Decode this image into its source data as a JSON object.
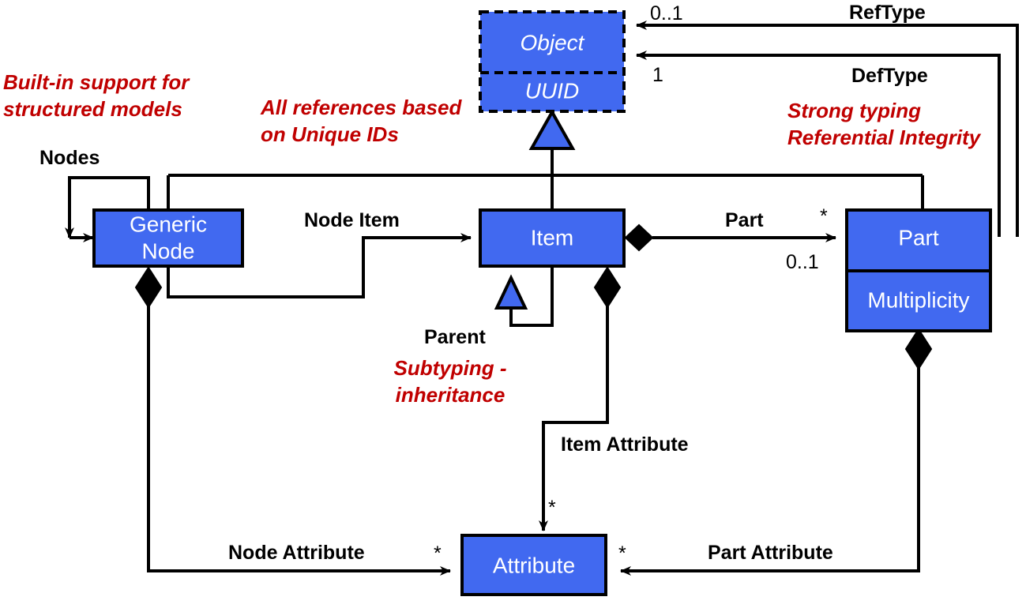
{
  "diagram": {
    "title": "Generic structured model UML class diagram",
    "colors": {
      "class_fill": "#4169F0",
      "class_text": "#FFFFFF",
      "line": "#000000",
      "annotation_red": "#C00000",
      "background": "#FFFFFF"
    },
    "classes": [
      {
        "id": "object",
        "name": "Object",
        "compartments": [
          "Object",
          "UUID"
        ],
        "border": "dashed",
        "abstract": true
      },
      {
        "id": "generic-node",
        "name": "Generic Node",
        "compartments": [
          "Generic Node"
        ],
        "border": "solid",
        "abstract": false
      },
      {
        "id": "item",
        "name": "Item",
        "compartments": [
          "Item"
        ],
        "border": "solid",
        "abstract": false
      },
      {
        "id": "part",
        "name": "Part",
        "compartments": [
          "Part",
          "Multiplicity"
        ],
        "border": "solid",
        "abstract": false
      },
      {
        "id": "attribute",
        "name": "Attribute",
        "compartments": [
          "Attribute"
        ],
        "border": "solid",
        "abstract": false
      }
    ],
    "class_labels": {
      "object_title": "Object",
      "object_uuid": "UUID",
      "generic_node_line1": "Generic",
      "generic_node_line2": "Node",
      "item": "Item",
      "part_title": "Part",
      "part_multiplicity": "Multiplicity",
      "attribute": "Attribute"
    },
    "associations": [
      {
        "id": "nodes",
        "label": "Nodes",
        "from": "generic-node",
        "to": "generic-node",
        "type": "self-association",
        "multiplicity": ""
      },
      {
        "id": "node-item",
        "label": "Node Item",
        "from": "generic-node",
        "to": "item",
        "type": "association",
        "multiplicity": ""
      },
      {
        "id": "part",
        "label": "Part",
        "from": "item",
        "to": "part",
        "type": "composition",
        "multiplicity_target": "*",
        "multiplicity_source": "0..1"
      },
      {
        "id": "parent",
        "label": "Parent",
        "from": "item",
        "to": "item",
        "type": "self-generalization",
        "multiplicity": ""
      },
      {
        "id": "item-attribute",
        "label": "Item Attribute",
        "from": "item",
        "to": "attribute",
        "type": "composition",
        "multiplicity_target": "*"
      },
      {
        "id": "node-attribute",
        "label": "Node Attribute",
        "from": "generic-node",
        "to": "attribute",
        "type": "composition",
        "multiplicity_target": "*"
      },
      {
        "id": "part-attribute",
        "label": "Part Attribute",
        "from": "part",
        "to": "attribute",
        "type": "composition",
        "multiplicity_target": "*"
      },
      {
        "id": "reftype",
        "label": "RefType",
        "from": "part",
        "to": "object",
        "type": "association",
        "multiplicity_target": "0..1"
      },
      {
        "id": "deftype",
        "label": "DefType",
        "from": "part",
        "to": "object",
        "type": "association",
        "multiplicity_target": "1"
      }
    ],
    "role_labels": {
      "nodes": "Nodes",
      "node_item": "Node Item",
      "part": "Part",
      "parent": "Parent",
      "item_attribute": "Item Attribute",
      "node_attribute": "Node Attribute",
      "part_attribute": "Part Attribute",
      "reftype": "RefType",
      "deftype": "DefType"
    },
    "multiplicities": {
      "reftype": "0..1",
      "deftype": "1",
      "part_star": "*",
      "part_zero_one": "0..1",
      "item_attribute_star": "*",
      "node_attribute_star": "*",
      "part_attribute_star": "*"
    },
    "annotations": [
      {
        "id": "built-in-support",
        "line1": "Built-in support for",
        "line2": "structured models"
      },
      {
        "id": "all-references",
        "line1": "All references based",
        "line2": "on Unique IDs"
      },
      {
        "id": "strong-typing",
        "line1": "Strong typing",
        "line2": "Referential Integrity"
      },
      {
        "id": "subtyping",
        "line1": "Subtyping -",
        "line2": "inheritance"
      }
    ],
    "annotation_text": {
      "built_in_l1": "Built-in support for",
      "built_in_l2": "structured models",
      "all_refs_l1": "All references based",
      "all_refs_l2": "on Unique IDs",
      "strong_typing_l1": "Strong typing",
      "strong_typing_l2": "Referential Integrity",
      "subtyping_l1": "Subtyping -",
      "subtyping_l2": "inheritance"
    }
  }
}
